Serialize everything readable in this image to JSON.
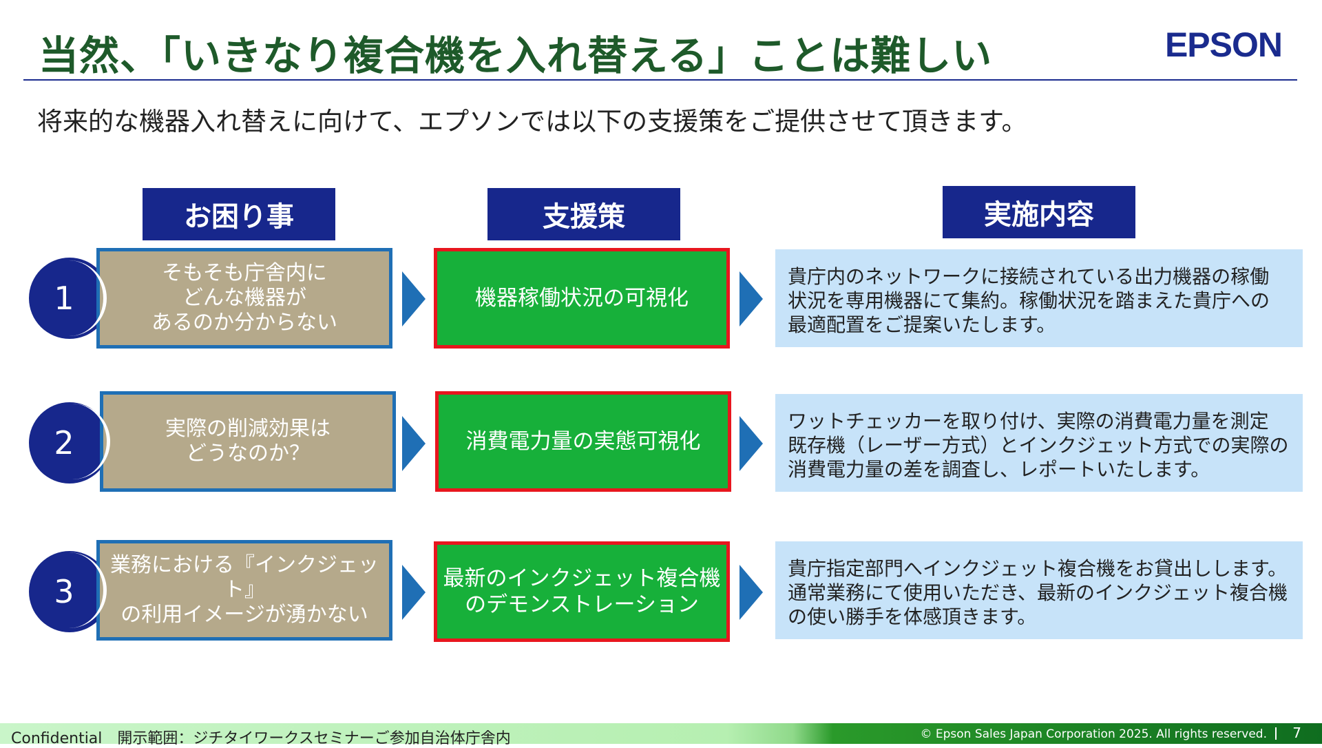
{
  "header": {
    "title": "当然、「いきなり複合機を入れ替える」ことは難しい",
    "logo": "EPSON",
    "subtitle": "将来的な機器入れ替えに向けて、エプソンでは以下の支援策をご提供させて頂きます。"
  },
  "columns": {
    "problem": "お困り事",
    "support": "支援策",
    "content": "実施内容"
  },
  "rows": [
    {
      "number": "1",
      "problem": "そもそも庁舎内に\nどんな機器が\nあるのか分からない",
      "support": "機器稼働状況の可視化",
      "content": "貴庁内のネットワークに接続されている出力機器の稼働\n状況を専用機器にて集約。稼働状況を踏まえた貴庁への\n最適配置をご提案いたします。"
    },
    {
      "number": "2",
      "problem": "実際の削減効果は\nどうなのか？",
      "support": "消費電力量の実態可視化",
      "content": "ワットチェッカーを取り付け、実際の消費電力量を測定\n既存機（レーザー方式）とインクジェット方式での実際の\n消費電力量の差を調査し、レポートいたします。"
    },
    {
      "number": "3",
      "problem": "業務における『インクジェット』\nの利用イメージが湧かない",
      "support": "最新のインクジェット複合機\nのデモンストレーション",
      "content": "貴庁指定部門へインクジェット複合機をお貸出しします。\n通常業務にて使用いただき、最新のインクジェット複合機\nの使い勝手を体感頂きます。"
    }
  ],
  "footer": {
    "confidential": "Confidential　開示範囲：ジチタイワークスセミナーご参加自治体庁舎内",
    "copyright": "© Epson Sales Japan Corporation 2025. All rights reserved.",
    "page": "7"
  },
  "colors": {
    "navy": "#17278c",
    "title_green": "#1e5a2a",
    "support_green": "#17b03a",
    "support_border_red": "#e8161e",
    "problem_tan": "#b5a98b",
    "problem_border_blue": "#1f6fb5",
    "content_light_blue": "#c7e3f9"
  }
}
